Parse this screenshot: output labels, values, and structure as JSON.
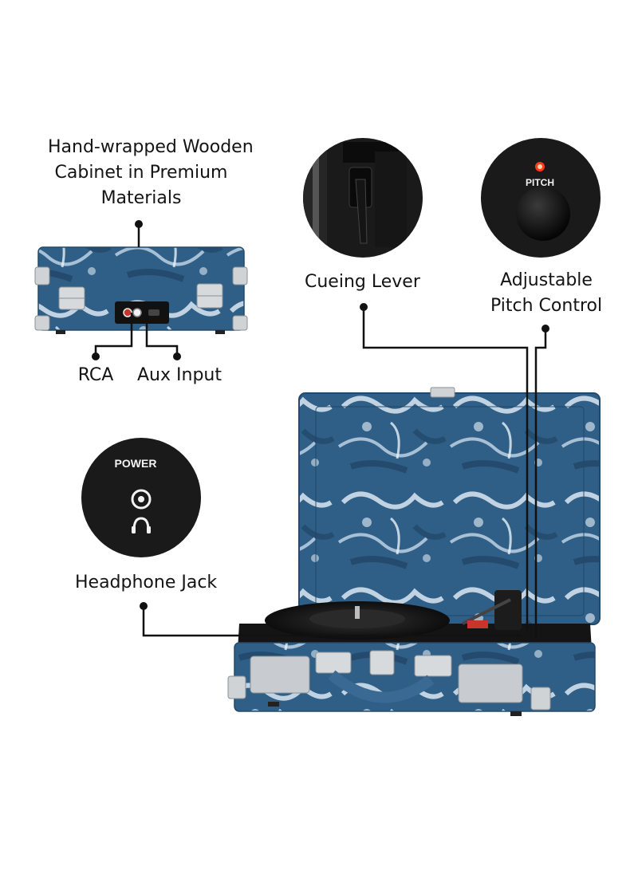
{
  "callouts": {
    "cabinet": [
      "Hand-wrapped Wooden",
      "Cabinet in Premium",
      "Materials"
    ],
    "cueing": "Cueing Lever",
    "pitch": [
      "Adjustable",
      "Pitch Control"
    ],
    "rca": "RCA",
    "aux": "Aux Input",
    "headphone": "Headphone Jack"
  },
  "detail_circles": {
    "power_text": "POWER",
    "pitch_text": "PITCH"
  },
  "colors": {
    "fabric_base": "#2f5f86",
    "fabric_light": "#dbe8f2",
    "fabric_dark": "#1c3e5e",
    "circle_bg": "#1a1a1a",
    "indicator_led": "#ff3b1a",
    "line": "#111111"
  },
  "icons": [
    "headphone-icon",
    "power-jack-icon"
  ]
}
